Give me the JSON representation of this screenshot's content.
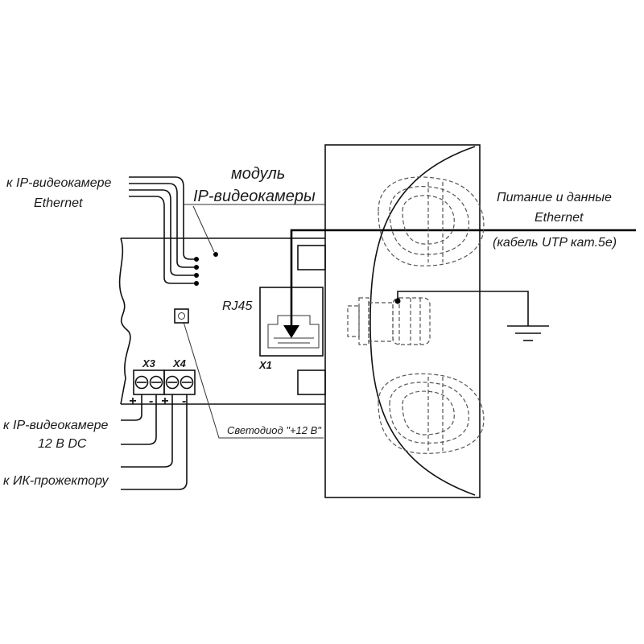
{
  "labels": {
    "to_camera_ethernet_line1": "к IP-видеокамере",
    "to_camera_ethernet_line2": "Ethernet",
    "module_line1": "модуль",
    "module_line2": "IP-видеокамеры",
    "power_data_line1": "Питание и данные",
    "power_data_line2": "Ethernet",
    "power_data_line3": "(кабель UTP кат.5е)",
    "rj45": "RJ45",
    "x1": "X1",
    "x3": "X3",
    "x4": "X4",
    "plus_x3": "+",
    "minus_x3": "-",
    "plus_x4": "+",
    "minus_x4": "-",
    "to_camera_12v_line1": "к IP-видеокамере",
    "to_camera_12v_line2": "12 В DC",
    "to_ir_projector": "к ИК-прожектору",
    "led_label": "Светодиод \"+12 В\""
  }
}
